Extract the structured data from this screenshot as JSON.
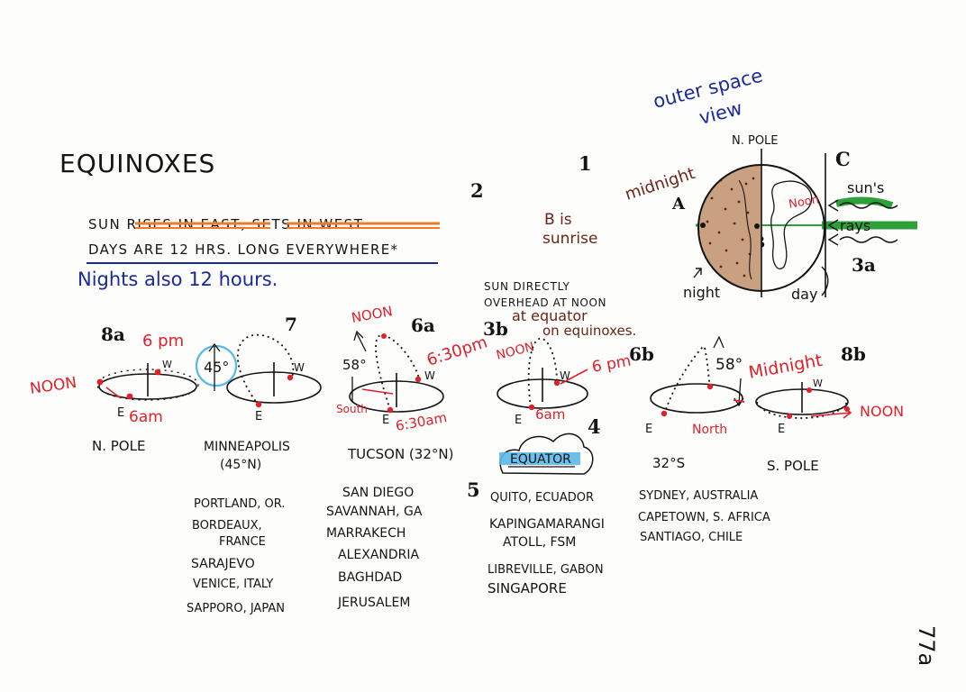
{
  "colors": {
    "ink": "#141414",
    "red": "#e0202a",
    "blue": "#1a2a9a",
    "brown": "#6b2418",
    "orange_strike": "#f07a2a",
    "green_rays": "#2ea03a",
    "sky_blue": "#5bb8e8"
  },
  "header": {
    "title": "EQUINOXES",
    "line1": "SUN RISES IN EAST, SETS IN WEST",
    "line2": "DAYS ARE 12 HRS. LONG EVERYWHERE*",
    "line3": "Nights also 12 hours."
  },
  "labels": {
    "n1": "1",
    "n2": "2",
    "n3a": "3a",
    "n3b": "3b",
    "n4": "4",
    "n5": "5",
    "n6a": "6a",
    "n6b": "6b",
    "n7": "7",
    "n8a": "8a",
    "n8b": "8b",
    "b_is": "B is",
    "sunrise": "sunrise",
    "sun_directly": "SUN DIRECTLY",
    "overhead": "OVERHEAD AT NOON",
    "at_equator": "at equator",
    "on_equinoxes": "on equinoxes."
  },
  "space_view": {
    "title1": "outer space",
    "title2": "view",
    "n_pole": "N. POLE",
    "midnight": "midnight",
    "a": "A",
    "b": "B",
    "c": "C",
    "noon": "Noon",
    "suns": "sun's",
    "rays": "rays",
    "night": "night",
    "day": "day"
  },
  "diagrams": {
    "npole": {
      "noon": "NOON",
      "six_pm": "6 pm",
      "six_am": "6am",
      "e": "E",
      "w": "W",
      "caption": "N. POLE"
    },
    "minneapolis": {
      "angle": "45°",
      "e": "E",
      "w": "W",
      "caption1": "MINNEAPOLIS",
      "caption2": "(45°N)"
    },
    "tucson": {
      "noon": "NOON",
      "angle": "58°",
      "six30pm": "6:30pm",
      "six30am": "6:30am",
      "south": "South",
      "e": "E",
      "w": "W",
      "caption": "TUCSON (32°N)"
    },
    "equator": {
      "noon": "NOON",
      "six_pm": "6 pm",
      "six_am": "6am",
      "e": "E",
      "w": "W",
      "caption": "EQUATOR"
    },
    "south32": {
      "angle": "58°",
      "north": "North",
      "e": "E",
      "caption": "32°S"
    },
    "spole": {
      "midnight": "Midnight",
      "noon": "NOON",
      "e": "E",
      "w": "W",
      "caption": "S. POLE"
    }
  },
  "cities": {
    "col45": [
      "PORTLAND, OR.",
      "BORDEAUX,",
      "FRANCE",
      "SARAJEVO",
      "VENICE, ITALY",
      "SAPPORO, JAPAN"
    ],
    "col32": [
      "SAN DIEGO",
      "SAVANNAH, GA",
      "MARRAKECH",
      "ALEXANDRIA",
      "BAGHDAD",
      "JERUSALEM"
    ],
    "col0": [
      "QUITO, ECUADOR",
      "KAPINGAMARANGI",
      "ATOLL, FSM",
      "LIBREVILLE, GABON",
      "SINGAPORE"
    ],
    "colS32": [
      "SYDNEY, AUSTRALIA",
      "CAPETOWN, S. AFRICA",
      "SANTIAGO, CHILE"
    ]
  },
  "page_number": "77a"
}
